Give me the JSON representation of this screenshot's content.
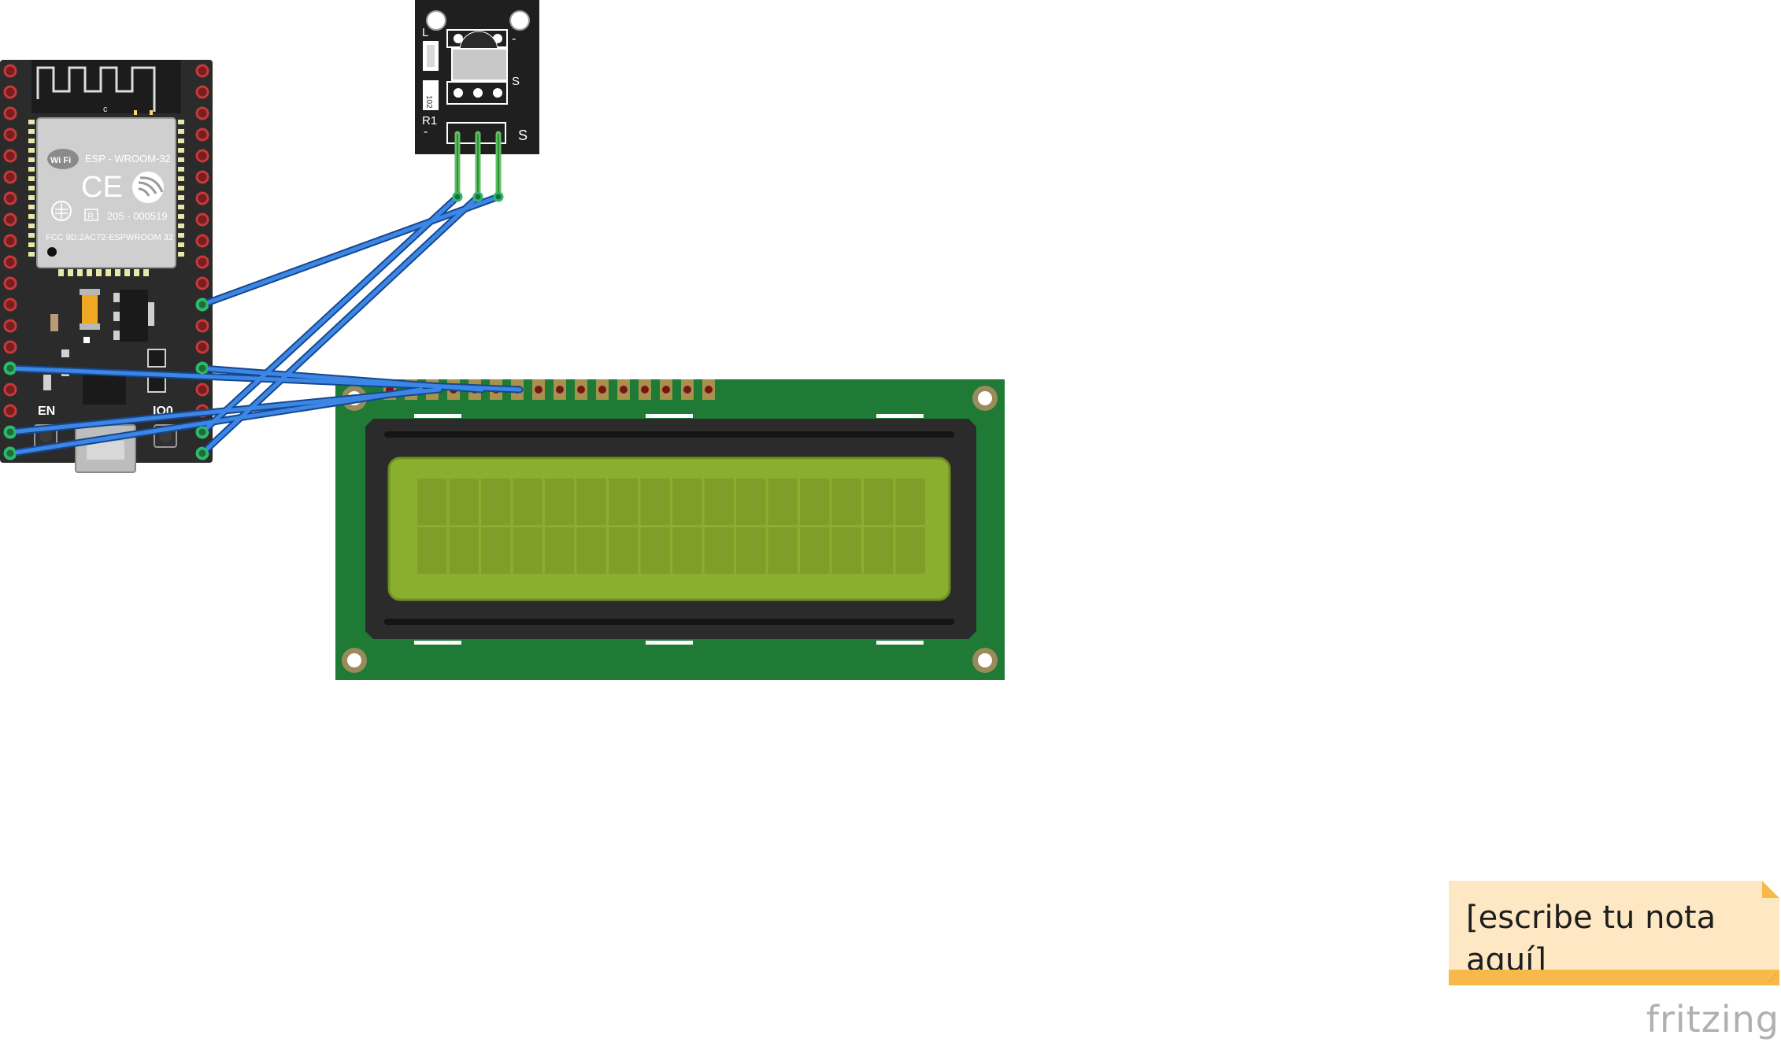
{
  "esp32": {
    "module_name": "ESP - WROOM-32",
    "wifi_label": "Wi Fi",
    "ce_mark": "CE",
    "cert_reg": "205 - 000519",
    "cert_r": "R",
    "fcc_id": "FCC 9D:2AC72-ESPWROOM 32",
    "antenna_label": "c",
    "en_label": "EN",
    "io0_label": "IO0"
  },
  "ir_receiver": {
    "label_l": "L",
    "label_s": "S",
    "label_r1": "R1",
    "label_minus": "-",
    "label_pins_s": "S",
    "resistor_code": "102"
  },
  "lcd": {
    "pin_count": 16,
    "columns": 16,
    "rows": 2
  },
  "note": {
    "text": "[escribe tu nota aquí]"
  },
  "brand": {
    "name": "fritzing"
  },
  "colors": {
    "wire": "#2a6fd1",
    "pcb_green": "#1e7a34",
    "lcd_screen": "#8aaf2f",
    "board_dark": "#222222"
  }
}
